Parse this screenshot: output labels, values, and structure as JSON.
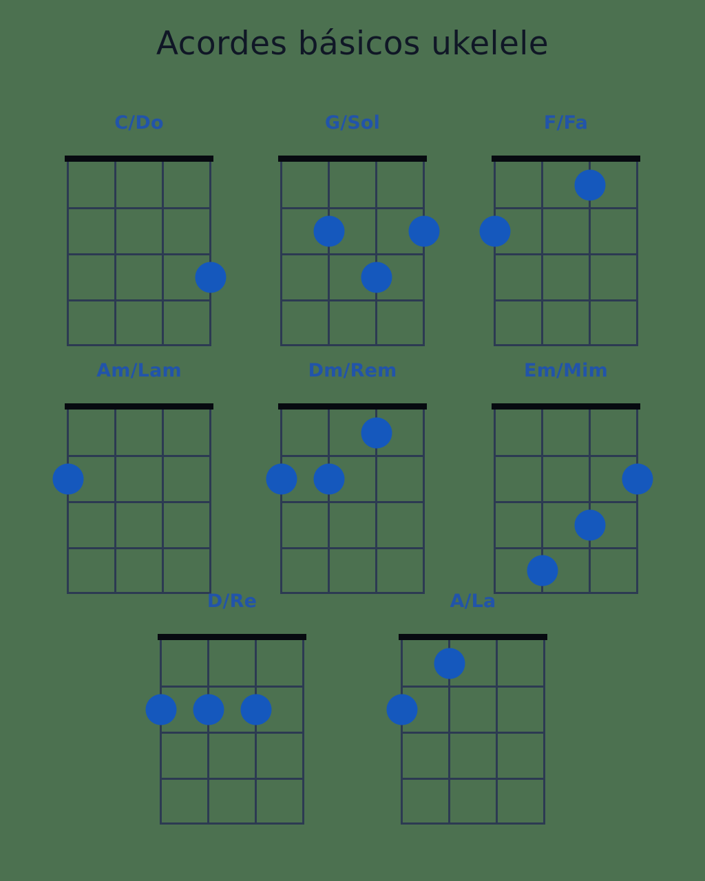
{
  "title": "Acordes básicos ukelele",
  "colors": {
    "background": "#4c7150",
    "title_text": "#101726",
    "chord_label": "#2254a9",
    "dot": "#1558bd",
    "grid_line": "#2c3a52",
    "nut": "#070a10"
  },
  "instrument": "ukelele",
  "diagram_spec": {
    "strings": 4,
    "frets": 4,
    "string_order": "left-to-right",
    "nut_shown": true
  },
  "rows": [
    {
      "chords": [
        "c_do",
        "g_sol",
        "f_fa"
      ]
    },
    {
      "chords": [
        "am_lam",
        "dm_rem",
        "em_mim"
      ]
    },
    {
      "chords": [
        "d_re",
        "a_la"
      ]
    }
  ],
  "chords": {
    "c_do": {
      "label": "C/Do",
      "dots": [
        {
          "string": 4,
          "fret": 3
        }
      ]
    },
    "g_sol": {
      "label": "G/Sol",
      "dots": [
        {
          "string": 2,
          "fret": 2
        },
        {
          "string": 4,
          "fret": 2
        },
        {
          "string": 3,
          "fret": 3
        }
      ]
    },
    "f_fa": {
      "label": "F/Fa",
      "dots": [
        {
          "string": 3,
          "fret": 1
        },
        {
          "string": 1,
          "fret": 2
        }
      ]
    },
    "am_lam": {
      "label": "Am/Lam",
      "dots": [
        {
          "string": 1,
          "fret": 2
        }
      ]
    },
    "dm_rem": {
      "label": "Dm/Rem",
      "dots": [
        {
          "string": 3,
          "fret": 1
        },
        {
          "string": 1,
          "fret": 2
        },
        {
          "string": 2,
          "fret": 2
        }
      ]
    },
    "em_mim": {
      "label": "Em/Mim",
      "dots": [
        {
          "string": 4,
          "fret": 2
        },
        {
          "string": 3,
          "fret": 3
        },
        {
          "string": 2,
          "fret": 4
        }
      ]
    },
    "d_re": {
      "label": "D/Re",
      "dots": [
        {
          "string": 1,
          "fret": 2
        },
        {
          "string": 2,
          "fret": 2
        },
        {
          "string": 3,
          "fret": 2
        }
      ]
    },
    "a_la": {
      "label": "A/La",
      "dots": [
        {
          "string": 2,
          "fret": 1
        },
        {
          "string": 1,
          "fret": 2
        }
      ]
    }
  }
}
